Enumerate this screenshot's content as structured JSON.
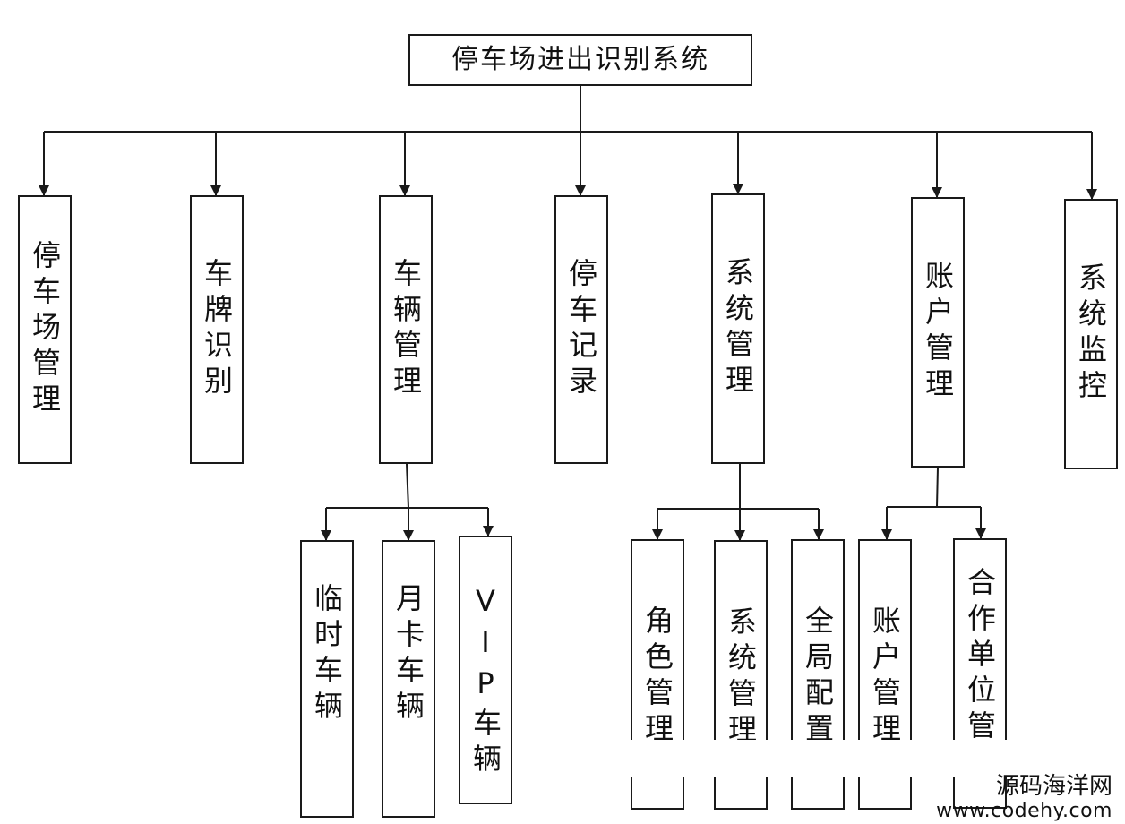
{
  "root": {
    "title": "停车场进出识别系统"
  },
  "modules": [
    {
      "id": "parking",
      "label": "停车场管理"
    },
    {
      "id": "plate",
      "label": "车牌识别"
    },
    {
      "id": "vehicle",
      "label": "车辆管理"
    },
    {
      "id": "records",
      "label": "停车记录"
    },
    {
      "id": "system",
      "label": "系统管理"
    },
    {
      "id": "account",
      "label": "账户管理"
    },
    {
      "id": "monitor",
      "label": "系统监控"
    }
  ],
  "submodules": {
    "vehicle": [
      {
        "id": "temp",
        "label": "临时车辆"
      },
      {
        "id": "monthly",
        "label": "月卡车辆"
      },
      {
        "id": "vip",
        "label": "VIP车辆"
      }
    ],
    "system": [
      {
        "id": "roles",
        "label": "角色管理"
      },
      {
        "id": "sysmgmt",
        "label": "系统管理"
      },
      {
        "id": "global",
        "label": "全局配置"
      }
    ],
    "account": [
      {
        "id": "accmgmt",
        "label": "账户管理"
      },
      {
        "id": "partner",
        "label": "合作单位管"
      }
    ]
  },
  "watermark": {
    "name": "源码海洋网",
    "url": "www.codehy.com"
  }
}
